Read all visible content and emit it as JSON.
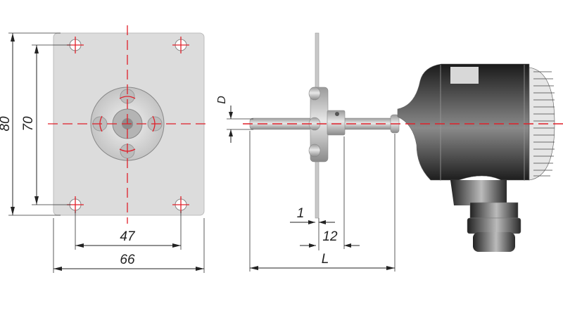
{
  "labels": {
    "plate_height": "80",
    "hole_spacing_vertical": "70",
    "hole_spacing_horizontal": "47",
    "plate_width": "66",
    "diameter": "D",
    "plate_thickness": "1",
    "collar_length": "12",
    "immersion_length": "L"
  },
  "colors": {
    "centerline": "#e0202a",
    "plate": "#dcdcdc",
    "housing": "#2a2a2a"
  }
}
